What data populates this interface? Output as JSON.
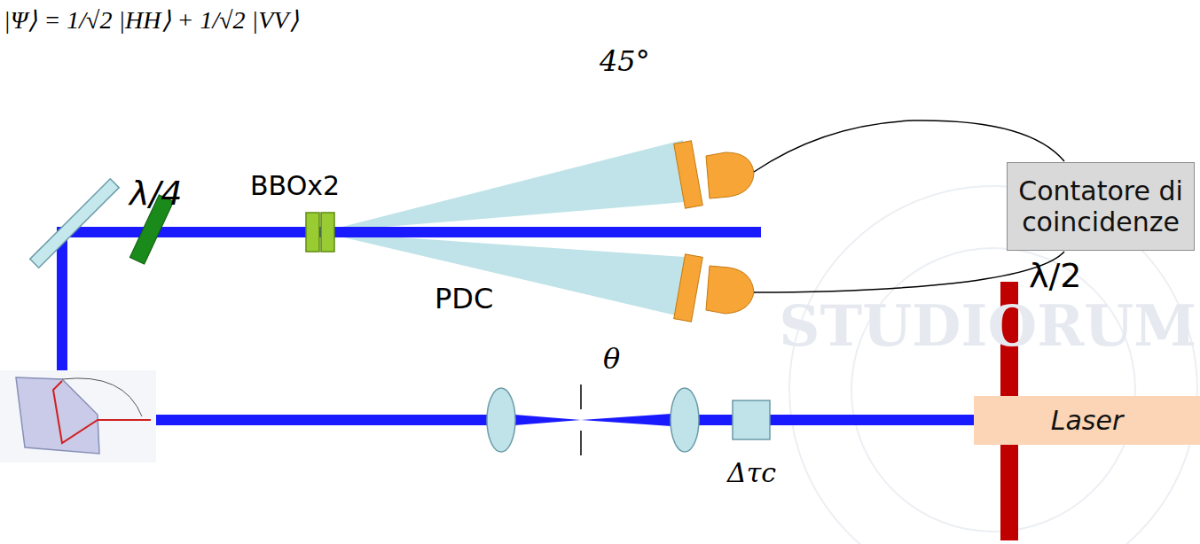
{
  "diagram": {
    "nodes": [
      {
        "text": [
          "Contatore di coincidenze"
        ]
      },
      {
        "text": [
          "Laser"
        ]
      }
    ],
    "labels": [
      "|Ψ⟩ = 1/√2 |HH⟩ + 1/√2 |VV⟩",
      "45°",
      "λ/4",
      "BBOx2",
      "PDC",
      "θ",
      "λ/2",
      "Δτc",
      "STUDIORUM"
    ]
  }
}
